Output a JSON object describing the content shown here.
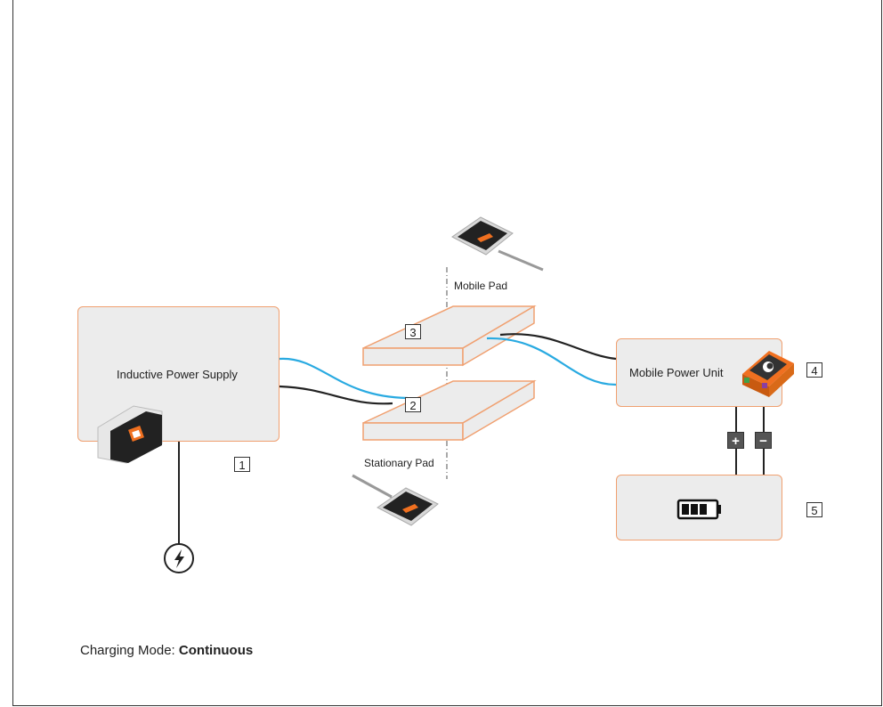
{
  "components": {
    "power_supply": {
      "label": "Inductive Power Supply",
      "number": "1"
    },
    "stationary_pad": {
      "label": "Stationary Pad",
      "number": "2"
    },
    "mobile_pad": {
      "label": "Mobile Pad",
      "number": "3"
    },
    "mobile_power_unit": {
      "label": "Mobile Power Unit",
      "number": "4"
    },
    "battery": {
      "number": "5"
    }
  },
  "terminals": {
    "plus": "+",
    "minus": "−"
  },
  "charging_mode": {
    "prefix": "Charging Mode: ",
    "value": "Continuous"
  },
  "colors": {
    "accent": "#f0a070",
    "cable_blue": "#29aae1",
    "cable_black": "#222222",
    "box_fill": "#ececec"
  }
}
